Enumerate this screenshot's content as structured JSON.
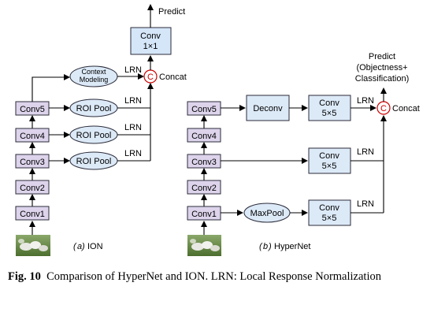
{
  "ion": {
    "convs": [
      "Conv1",
      "Conv2",
      "Conv3",
      "Conv4",
      "Conv5"
    ],
    "roi_pool": "ROI Pool",
    "context_line1": "Context",
    "context_line2": "Modeling",
    "lrn": "LRN",
    "concat_symbol": "C",
    "concat": "Concat",
    "final_conv_line1": "Conv",
    "final_conv_line2": "1×1",
    "predict": "Predict",
    "label_letter": "a",
    "label_text": "ION"
  },
  "hypernet": {
    "convs": [
      "Conv1",
      "Conv2",
      "Conv3",
      "Conv4",
      "Conv5"
    ],
    "deconv": "Deconv",
    "maxpool": "MaxPool",
    "conv_line1": "Conv",
    "conv_line2": "5×5",
    "lrn": "LRN",
    "concat_symbol": "C",
    "concat": "Concat",
    "predict_line1": "Predict",
    "predict_line2": "(Objectness+",
    "predict_line3": "Classification)",
    "label_letter": "b",
    "label_text": "HyperNet"
  },
  "caption": {
    "fig": "Fig. 10",
    "text": "Comparison of HyperNet and ION. LRN: Local Response Normalization"
  },
  "colors": {
    "conv_fill": "#ddd4ec",
    "block_fill": "#dce9f7",
    "concat_circle": "#cc0000"
  }
}
